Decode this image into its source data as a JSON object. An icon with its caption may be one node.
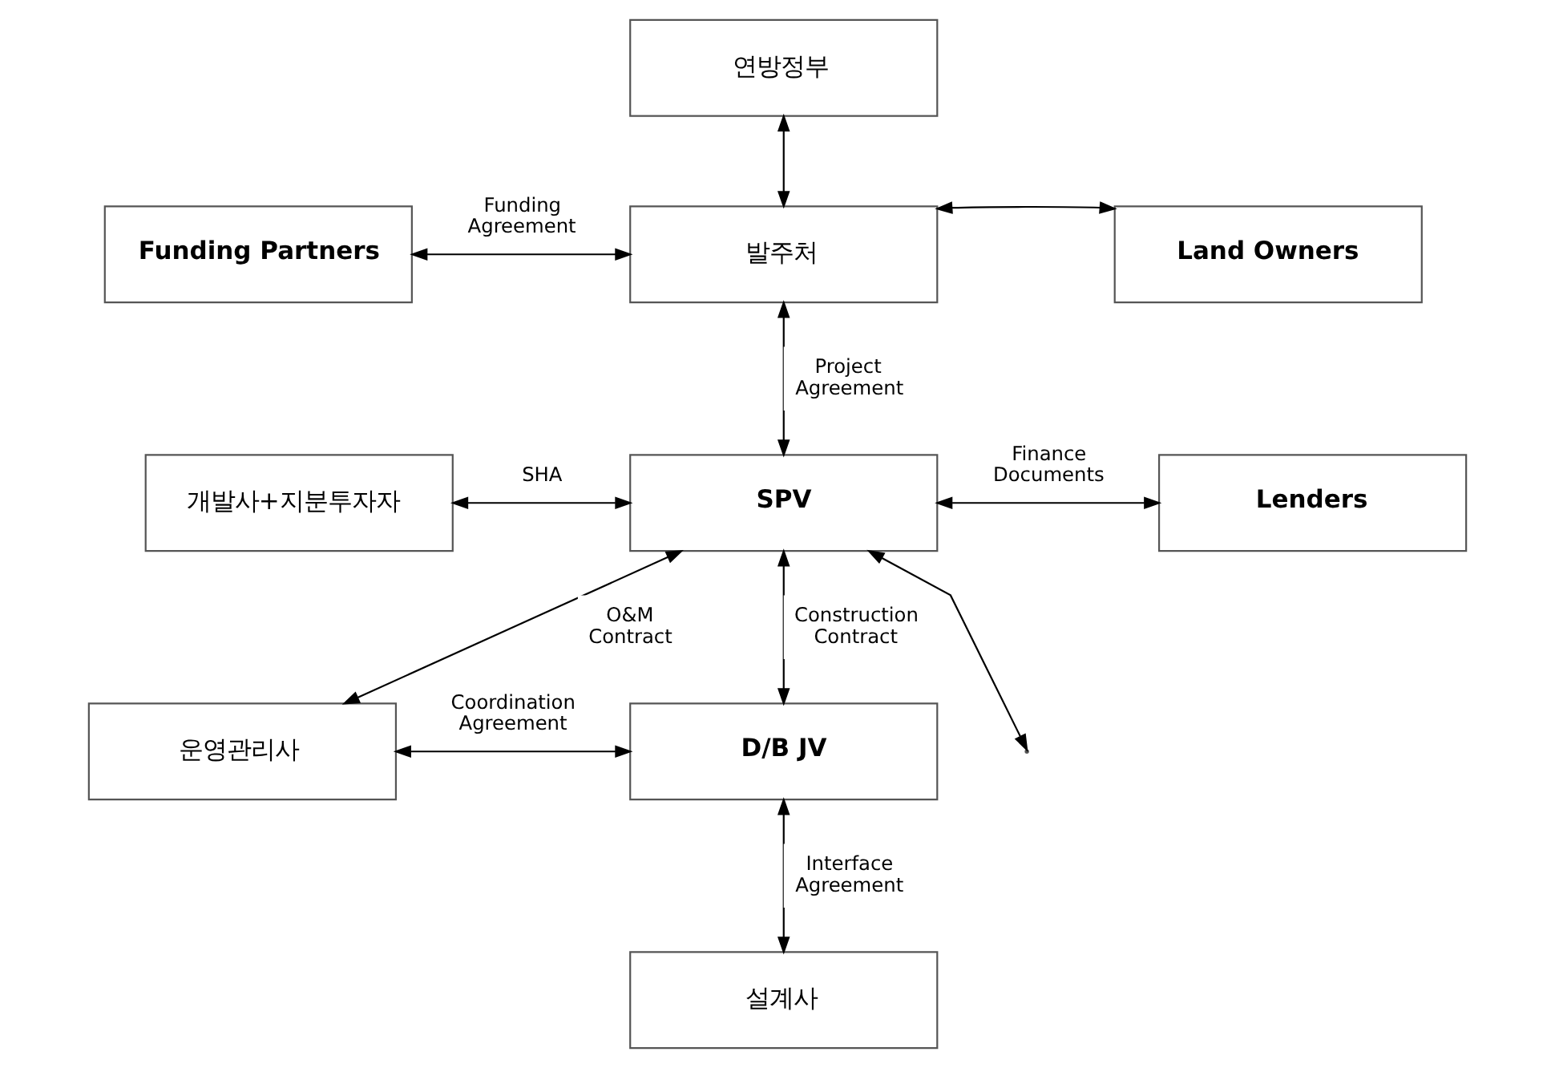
{
  "diagram": {
    "nodes": [
      {
        "text": [
          "연방정부"
        ]
      },
      {
        "text": [
          "Funding Partners"
        ]
      },
      {
        "text": [
          "발주처"
        ]
      },
      {
        "text": [
          "Land Owners"
        ]
      },
      {
        "text": [
          "개발사+지분투자자"
        ]
      },
      {
        "text": [
          "SPV"
        ]
      },
      {
        "text": [
          "Lenders"
        ]
      },
      {
        "text": [
          "운영관리사"
        ]
      },
      {
        "text": [
          "D/B JV"
        ]
      },
      {
        "text": [
          "설계사"
        ]
      }
    ],
    "edges": [
      {
        "from": 0,
        "to": 2,
        "arrow": "both"
      },
      {
        "from": 1,
        "to": 2,
        "arrow": "both",
        "label": "Funding Agreement"
      },
      {
        "from": 2,
        "to": 3,
        "arrow": "both"
      },
      {
        "from": 2,
        "to": 5,
        "arrow": "both",
        "label": "Project Agreement"
      },
      {
        "from": 4,
        "to": 5,
        "arrow": "both",
        "label": "SHA"
      },
      {
        "from": 5,
        "to": 6,
        "arrow": "both",
        "label": "Finance Documents"
      },
      {
        "from": 5,
        "to": 7,
        "arrow": "both",
        "label": "O&M Contract"
      },
      {
        "from": 5,
        "to": 8,
        "arrow": "both",
        "label": "Construction Contract"
      },
      {
        "from": 5,
        "to": null,
        "arrow": "both"
      },
      {
        "from": 7,
        "to": 8,
        "arrow": "both",
        "label": "Coordination Agreement"
      },
      {
        "from": 8,
        "to": 9,
        "arrow": "both",
        "label": "Interface Agreement"
      }
    ]
  }
}
